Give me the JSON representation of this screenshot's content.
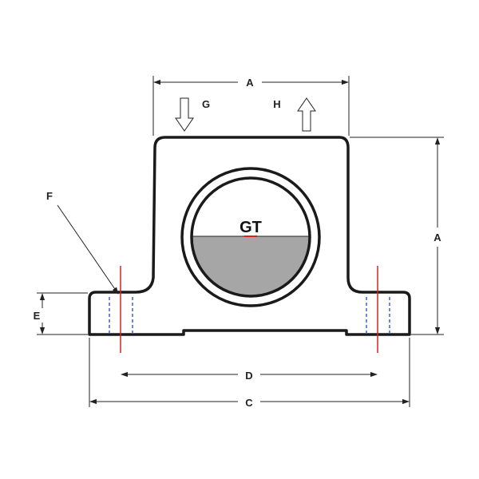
{
  "labels": {
    "width_top": "A",
    "height_side": "A",
    "flow_in": "G",
    "flow_out": "H",
    "bolt_callout": "F",
    "base_thickness": "E",
    "bolt_spacing": "D",
    "overall_length": "C",
    "center_mark": "GT"
  },
  "colors": {
    "outline": "#1a1a1a",
    "fill_level": "#a6a6a6",
    "bolt_center": "#e02020",
    "bolt_hole": "#4060d0"
  }
}
